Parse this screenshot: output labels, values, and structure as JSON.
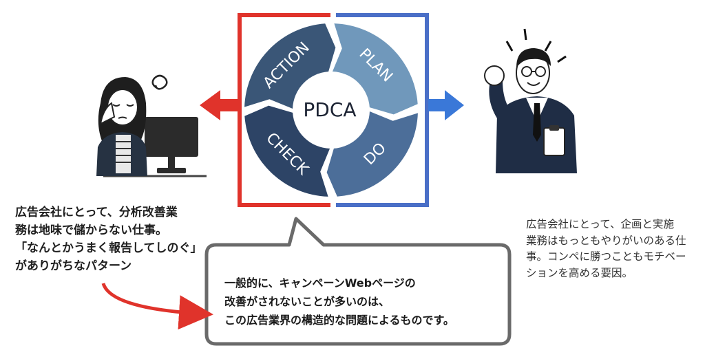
{
  "pdca": {
    "center_label": "PDCA",
    "segments": [
      {
        "label": "PLAN",
        "color": "#7098bb"
      },
      {
        "label": "DO",
        "color": "#4c6e99"
      },
      {
        "label": "CHECK",
        "color": "#2d4466"
      },
      {
        "label": "ACTION",
        "color": "#3a5677"
      }
    ]
  },
  "colors": {
    "left_bracket_red": "#e0332b",
    "right_bracket_blue": "#4a6fc7",
    "arrow_blue": "#3a78d8",
    "callout_border": "#6a6a6a"
  },
  "left_text": {
    "lines": [
      "広告会社にとって、分析改善業",
      "務は地味で儲からない仕事。",
      "「なんとかうまく報告してしのぐ」",
      "がありがちなパターン"
    ]
  },
  "right_text": {
    "lines": [
      "広告会社にとって、企画と実施",
      "業務はもっともやりがいのある仕",
      "事。コンペに勝つこともモチベー",
      "ションを高める要因。"
    ]
  },
  "callout": {
    "lines": [
      "一般的に、キャンペーンWebページの",
      "改善がされないことが多いのは、",
      "この広告業界の構造的な問題によるものです。"
    ]
  },
  "icons": {
    "left_figure": "tired-woman-at-computer-icon",
    "right_figure": "confident-businessman-icon"
  }
}
